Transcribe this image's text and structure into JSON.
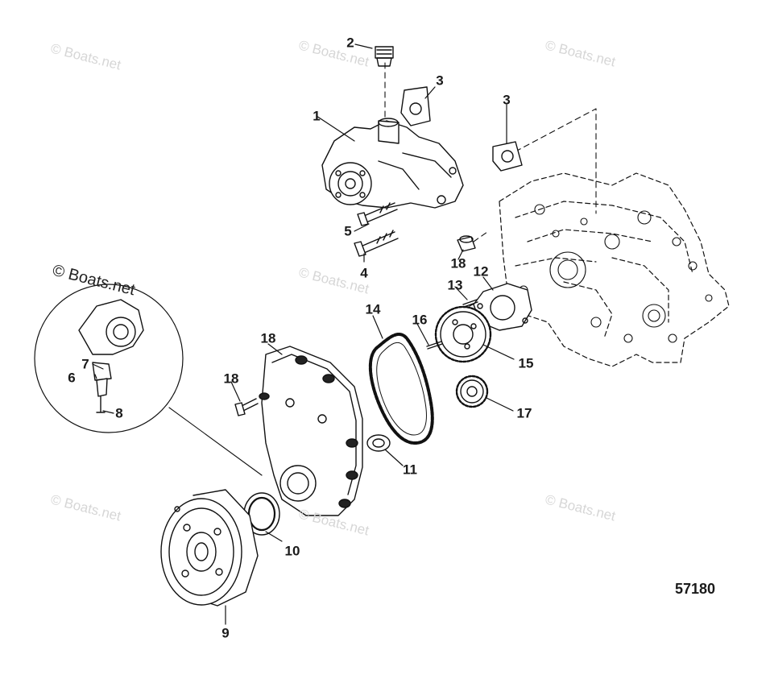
{
  "figure": {
    "number": "57180"
  },
  "watermark": {
    "text": "© Boats.net"
  },
  "callouts": [
    "1",
    "2",
    "3",
    "3",
    "4",
    "5",
    "6",
    "7",
    "8",
    "9",
    "10",
    "11",
    "12",
    "13",
    "14",
    "15",
    "16",
    "17",
    "18",
    "18",
    "18"
  ]
}
